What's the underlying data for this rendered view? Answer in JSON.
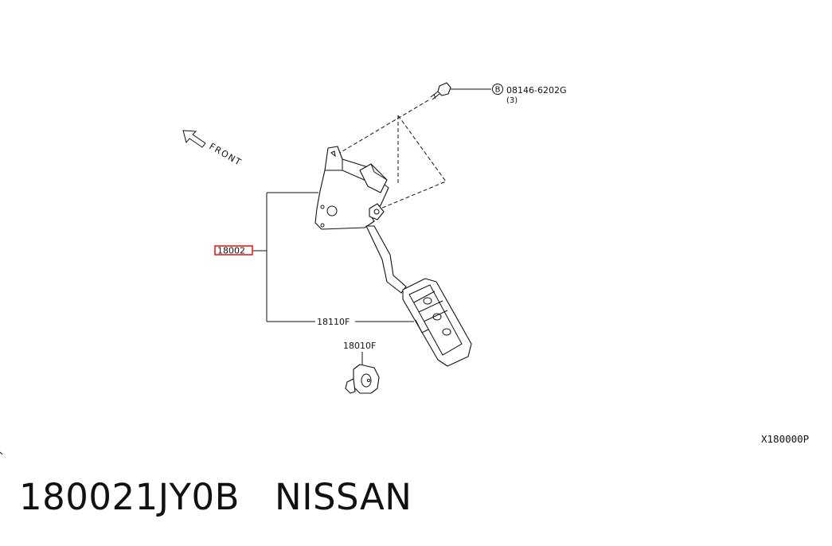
{
  "diagram": {
    "front_label": "FRONT",
    "callouts": {
      "assembly_part": "18002",
      "pedal_part": "18110F",
      "bracket_stopper_part": "18010F",
      "bolt_marker": "B",
      "bolt_part": "08146-6202G",
      "bolt_qty": "(3)"
    },
    "reference_code": "X180000P",
    "highlight_color": "#e0201b"
  },
  "footer": {
    "part_number": "180021JY0B",
    "brand": "NISSAN"
  }
}
